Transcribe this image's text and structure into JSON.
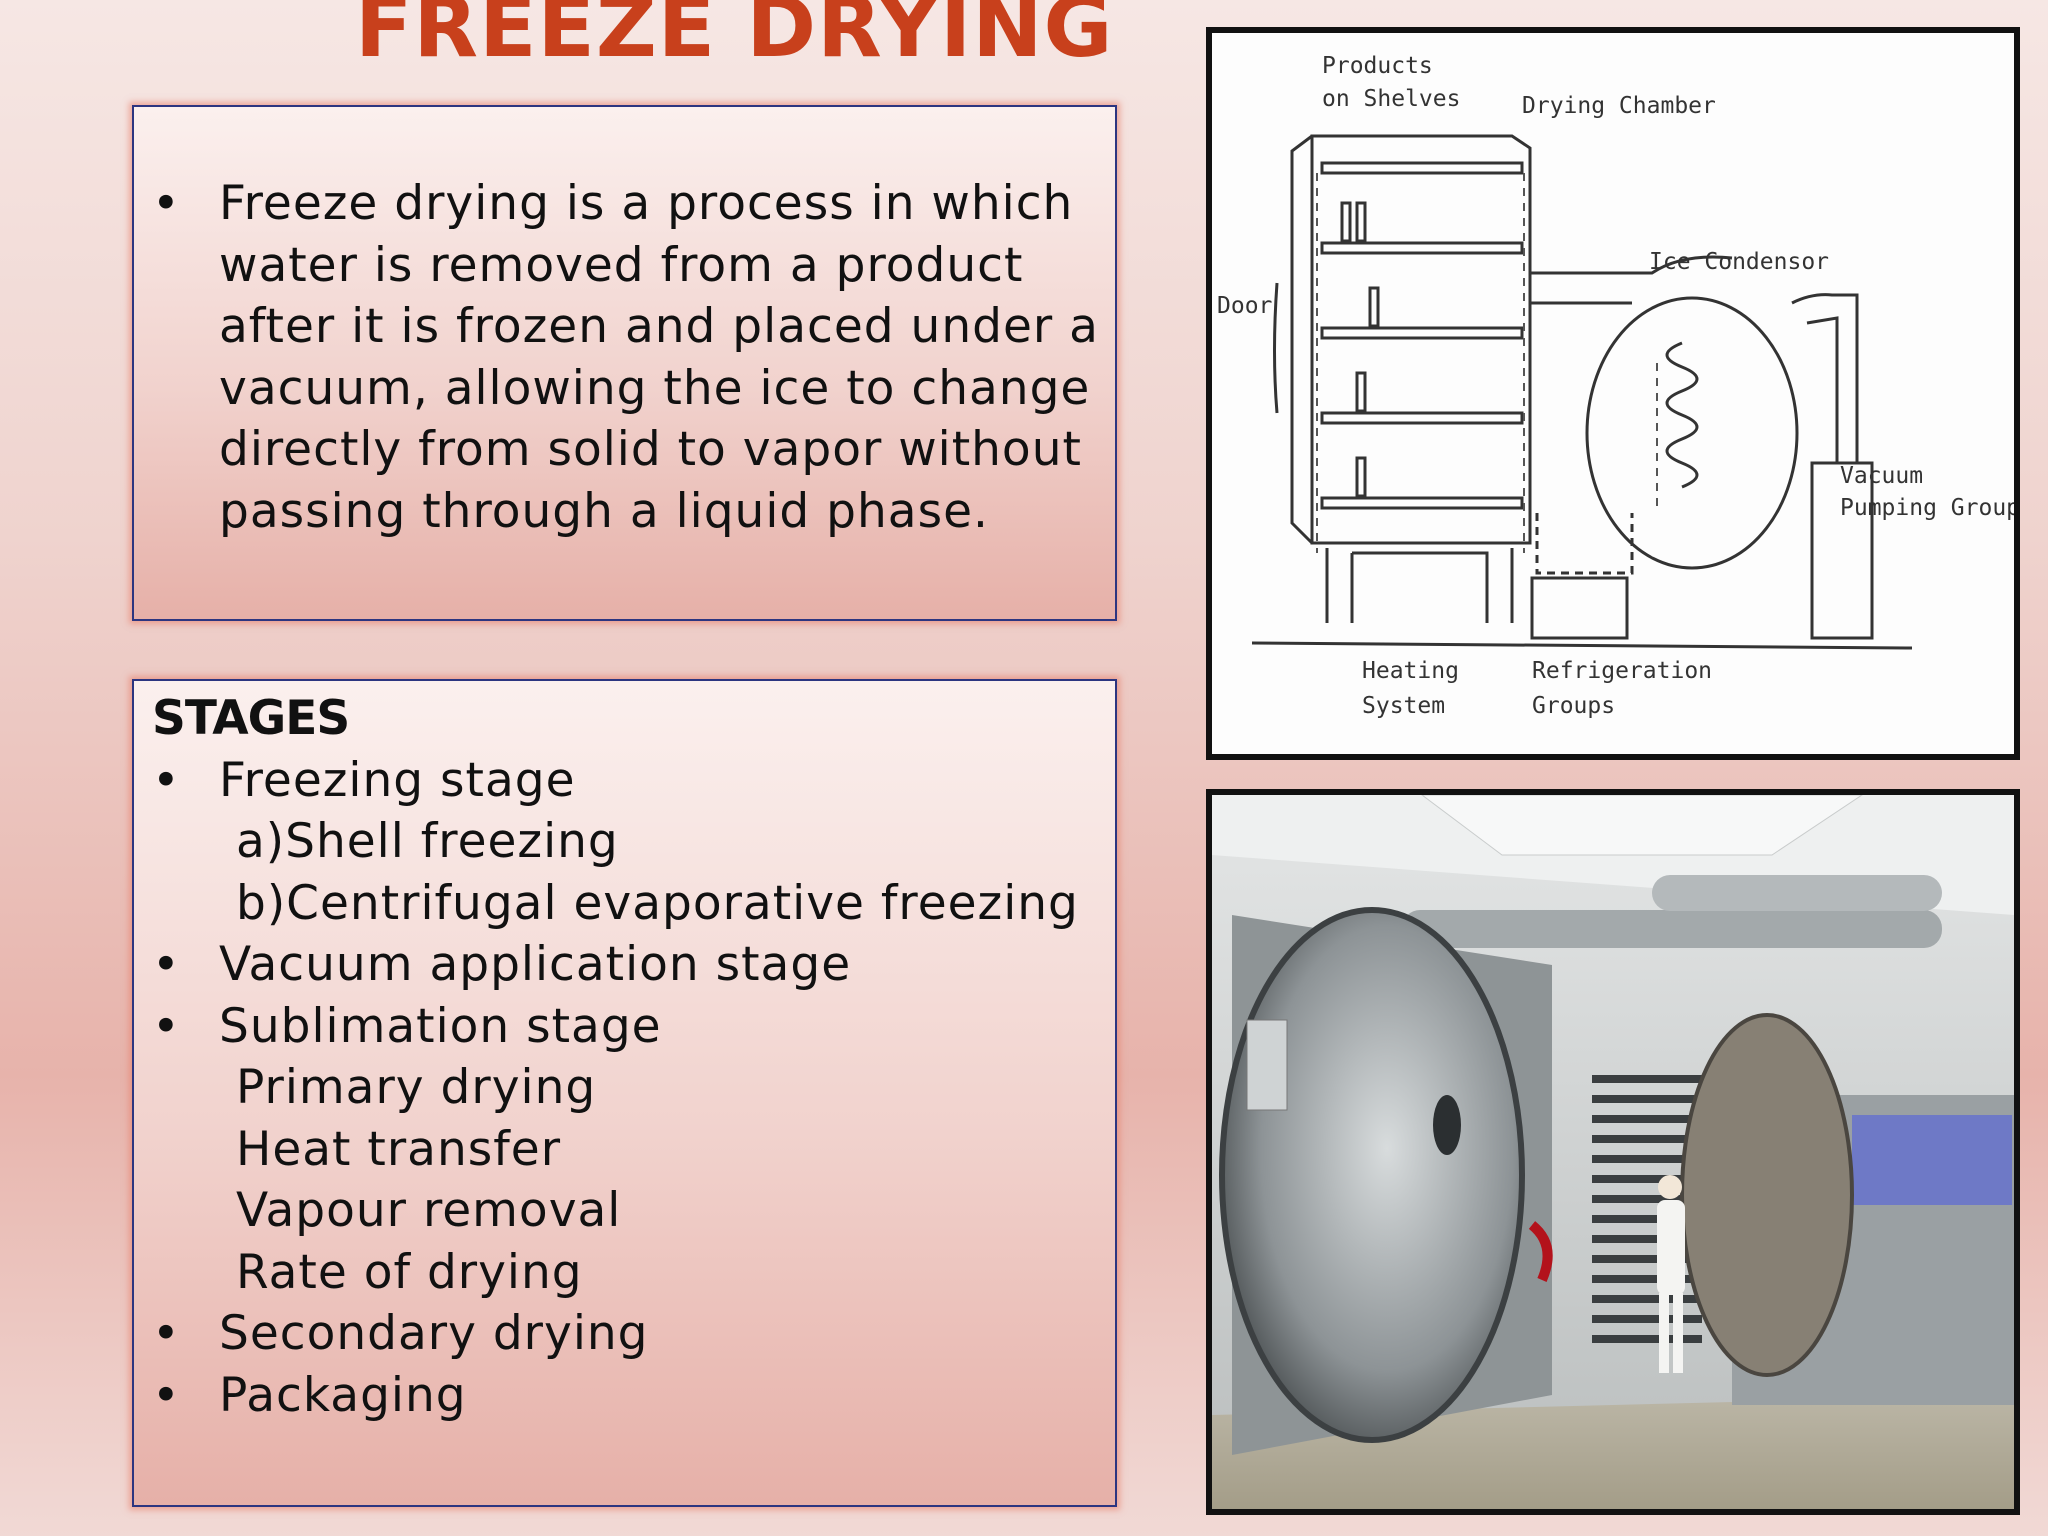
{
  "slide": {
    "title": "FREEZE DRYING"
  },
  "definition_box": {
    "bullet": "Freeze drying is a process in which water is removed from a product after it is frozen and placed under a vacuum, allowing the ice to change directly from solid to vapor without passing through a liquid phase."
  },
  "stages_box": {
    "heading": "STAGES",
    "items": [
      {
        "label": "Freezing stage",
        "sub": [
          "a)Shell freezing",
          "b)Centrifugal evaporative freezing"
        ]
      },
      {
        "label": "Vacuum application stage",
        "sub": []
      },
      {
        "label": "Sublimation stage",
        "sub": [
          "Primary drying",
          "Heat transfer",
          "Vapour removal",
          "Rate of drying"
        ]
      },
      {
        "label": "Secondary drying",
        "sub": []
      },
      {
        "label": "Packaging",
        "sub": []
      }
    ]
  },
  "diagram": {
    "labels": {
      "products_line1": "Products",
      "products_line2": "on Shelves",
      "drying_chamber": "Drying Chamber",
      "ice_condensor": "Ice Condensor",
      "door": "Door",
      "vacuum_line1": "Vacuum",
      "vacuum_line2": "Pumping Group",
      "heating_line1": "Heating",
      "heating_line2": "System",
      "refrigeration_line1": "Refrigeration",
      "refrigeration_line2": "Groups"
    }
  },
  "photo": {
    "icon": "industrial-freeze-dryer-photo"
  },
  "colors": {
    "title": "#c8401c",
    "box_border": "#2c3580",
    "box_glow": "#e67864"
  }
}
